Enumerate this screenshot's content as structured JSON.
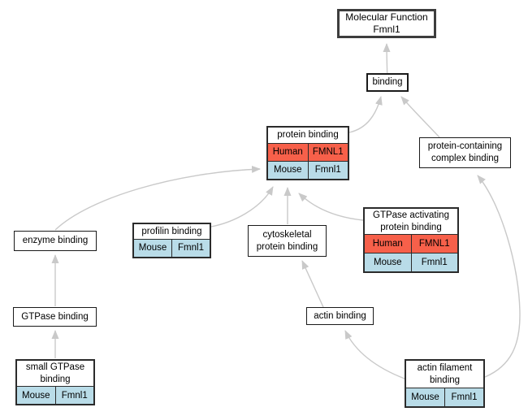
{
  "diagram": {
    "kind": "gene-ontology-graph",
    "colors": {
      "human_row_fill": "#f7604a",
      "mouse_row_fill": "#b9dce8",
      "edge_stroke": "#c9c9c9",
      "node_border": "#1a1a1a",
      "background": "#ffffff"
    },
    "nodes": {
      "molecular_function": {
        "line1": "Molecular Function",
        "line2": "Fmnl1"
      },
      "binding": {
        "line1": "binding"
      },
      "protein_binding": {
        "line1": "protein binding",
        "human": {
          "species": "Human",
          "gene": "FMNL1"
        },
        "mouse": {
          "species": "Mouse",
          "gene": "Fmnl1"
        }
      },
      "protein_complex_binding": {
        "line1": "protein-containing",
        "line2": "complex binding"
      },
      "enzyme_binding": {
        "line1": "enzyme binding"
      },
      "profilin_binding": {
        "line1": "profilin binding",
        "mouse": {
          "species": "Mouse",
          "gene": "Fmnl1"
        }
      },
      "cytoskeletal_protein_binding": {
        "line1": "cytoskeletal",
        "line2": "protein binding"
      },
      "gtpase_activating_protein_binding": {
        "line1": "GTPase activating",
        "line2": "protein binding",
        "human": {
          "species": "Human",
          "gene": "FMNL1"
        },
        "mouse": {
          "species": "Mouse",
          "gene": "Fmnl1"
        }
      },
      "gtpase_binding": {
        "line1": "GTPase binding"
      },
      "actin_binding": {
        "line1": "actin binding"
      },
      "small_gtpase_binding": {
        "line1": "small GTPase",
        "line2": "binding",
        "mouse": {
          "species": "Mouse",
          "gene": "Fmnl1"
        }
      },
      "actin_filament_binding": {
        "line1": "actin filament",
        "line2": "binding",
        "mouse": {
          "species": "Mouse",
          "gene": "Fmnl1"
        }
      }
    },
    "edges": [
      {
        "from": "binding",
        "to": "molecular_function"
      },
      {
        "from": "protein_binding",
        "to": "binding"
      },
      {
        "from": "protein_complex_binding",
        "to": "binding"
      },
      {
        "from": "enzyme_binding",
        "to": "protein_binding"
      },
      {
        "from": "profilin_binding",
        "to": "protein_binding"
      },
      {
        "from": "cytoskeletal_protein_binding",
        "to": "protein_binding"
      },
      {
        "from": "gtpase_activating_protein_binding",
        "to": "protein_binding"
      },
      {
        "from": "gtpase_binding",
        "to": "enzyme_binding"
      },
      {
        "from": "small_gtpase_binding",
        "to": "gtpase_binding"
      },
      {
        "from": "actin_binding",
        "to": "cytoskeletal_protein_binding"
      },
      {
        "from": "actin_filament_binding",
        "to": "actin_binding"
      },
      {
        "from": "actin_filament_binding",
        "to": "protein_complex_binding"
      }
    ]
  }
}
